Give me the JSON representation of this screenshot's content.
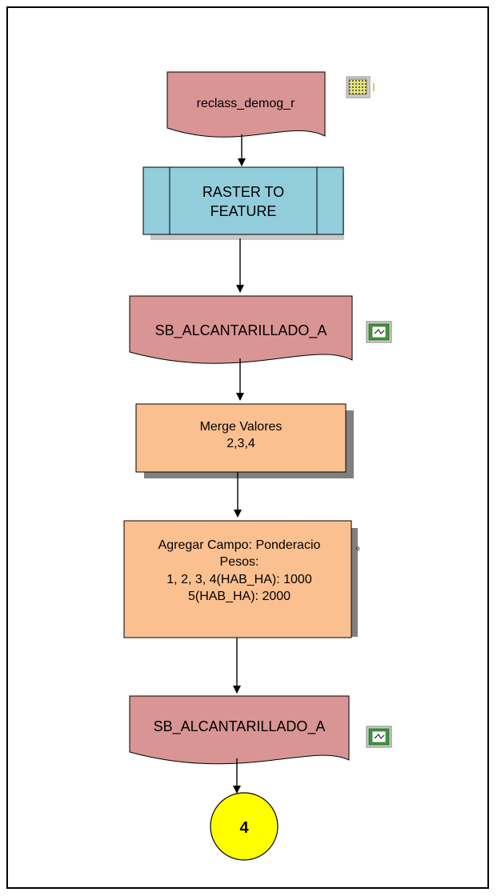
{
  "colors": {
    "data_fill": "#d99594",
    "tool_fill": "#92cddc",
    "process_fill": "#fac08f",
    "connector_fill": "#ffff00",
    "shadow": "#808080",
    "tool_shadow": "#c8c8c8"
  },
  "nodes": {
    "input_raster": {
      "label": "reclass_demog_r",
      "icon": "raster-grid-icon"
    },
    "raster_to_feature": {
      "line1": "RASTER TO",
      "line2": "FEATURE"
    },
    "feature_output_1": {
      "label": "SB_ALCANTARILLADO_A",
      "icon": "feature-class-icon"
    },
    "merge_process": {
      "line1": "Merge Valores",
      "line2": "2,3,4"
    },
    "add_field_process": {
      "line1": "Agregar Campo: Ponderacio",
      "line2": "Pesos:",
      "line3": "1, 2, 3, 4(HAB_HA): 1000",
      "line4": "5(HAB_HA):  2000"
    },
    "feature_output_2": {
      "label": "SB_ALCANTARILLADO_A",
      "icon": "feature-class-icon"
    },
    "connector": {
      "label": "4"
    }
  }
}
